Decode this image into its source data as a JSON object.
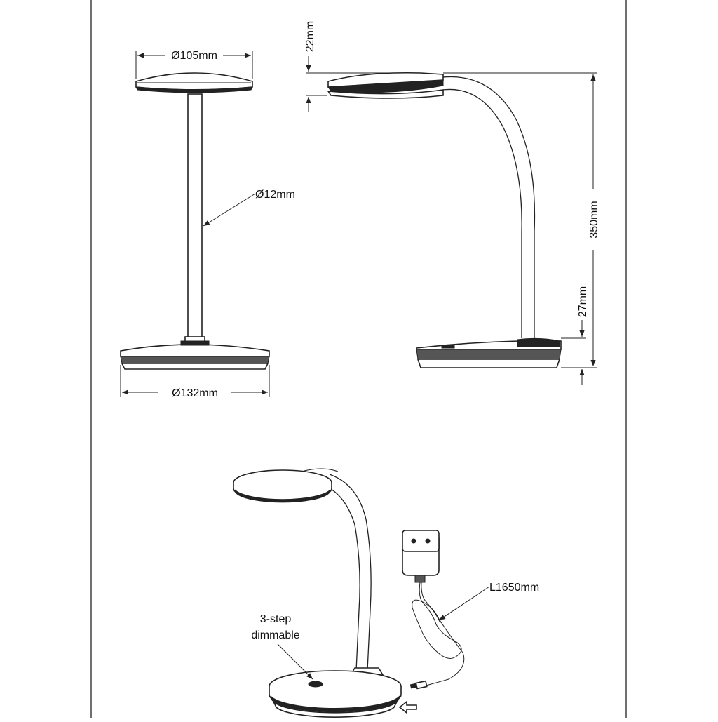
{
  "dimensions": {
    "head_diameter": "Ø105mm",
    "stem_diameter": "Ø12mm",
    "base_diameter": "Ø132mm",
    "head_thickness": "22mm",
    "total_height": "350mm",
    "base_height": "27mm"
  },
  "callouts": {
    "dimmable_line1": "3-step",
    "dimmable_line2": "dimmable",
    "cable_length": "L1650mm"
  },
  "colors": {
    "line": "#222222",
    "background": "#ffffff"
  }
}
